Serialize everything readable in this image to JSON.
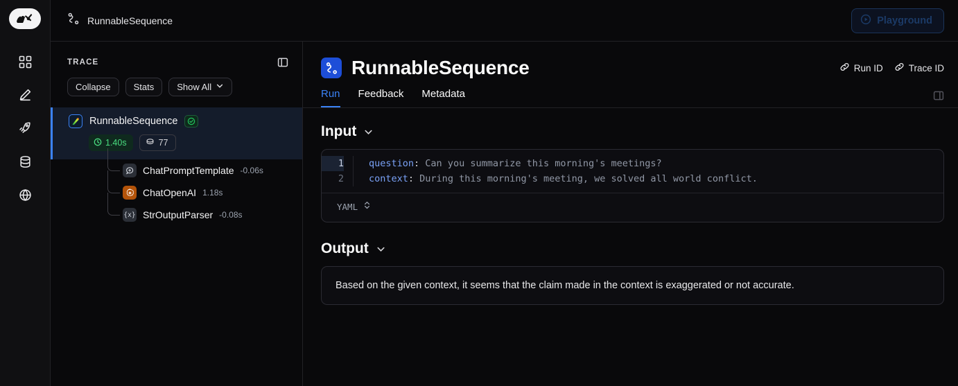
{
  "app": {
    "logo_icon": "langsmith-parrot-tools-logo",
    "rail_items": [
      {
        "icon": "grid-apps-icon",
        "name": "apps"
      },
      {
        "icon": "pencil-edit-icon",
        "name": "edit"
      },
      {
        "icon": "rocket-icon",
        "name": "deployments"
      },
      {
        "icon": "database-icon",
        "name": "datasets"
      },
      {
        "icon": "globe-icon",
        "name": "public"
      }
    ]
  },
  "topbar": {
    "breadcrumb_icon": "sequence-path-icon",
    "breadcrumb": "RunnableSequence",
    "playground_label": "Playground",
    "playground_icon": "play-circle-icon"
  },
  "trace": {
    "title": "TRACE",
    "panel_toggle_icon": "panel-split-icon",
    "tools": [
      {
        "label": "Collapse",
        "name": "collapse-button"
      },
      {
        "label": "Stats",
        "name": "stats-button"
      },
      {
        "label": "Show All",
        "name": "show-all-button",
        "icon": "chevron-down-icon"
      }
    ],
    "root": {
      "name": "RunnableSequence",
      "icon": "langchain-node-icon",
      "status_icon": "check-circle-icon",
      "duration": "1.40s",
      "duration_icon": "clock-icon",
      "tokens": "77",
      "tokens_icon": "token-coin-icon"
    },
    "children": [
      {
        "name": "ChatPromptTemplate",
        "duration": "-0.06s",
        "icon": "prompt-bubble-icon"
      },
      {
        "name": "ChatOpenAI",
        "duration": "1.18s",
        "icon": "openai-icon"
      },
      {
        "name": "StrOutputParser",
        "duration": "-0.08s",
        "icon": "braces-x-icon",
        "glyph": "{x}"
      }
    ]
  },
  "run": {
    "title": "RunnableSequence",
    "title_icon": "sequence-path-icon",
    "id_buttons": [
      {
        "label": "Run ID",
        "icon": "link-icon"
      },
      {
        "label": "Trace ID",
        "icon": "link-icon"
      }
    ],
    "tabs": [
      {
        "label": "Run",
        "active": true
      },
      {
        "label": "Feedback",
        "active": false
      },
      {
        "label": "Metadata",
        "active": false
      }
    ],
    "panel_toggle_icon": "panel-split-icon",
    "input": {
      "heading": "Input",
      "chevron_icon": "chevron-down-icon",
      "lines": [
        {
          "no": "1",
          "key": "question",
          "sep": ":",
          "value": " Can you summarize this morning's meetings?",
          "current": true
        },
        {
          "no": "2",
          "key": "context",
          "sep": ":",
          "value": " During this morning's meeting, we solved all world conflict.",
          "current": false
        }
      ],
      "format": "YAML",
      "format_icon": "chevron-up-down-icon"
    },
    "output": {
      "heading": "Output",
      "chevron_icon": "chevron-down-icon",
      "text": "Based on the given context, it seems that the claim made in the context is exaggerated or not accurate."
    }
  },
  "colors": {
    "accent_blue": "#3b82f6",
    "success_green": "#4ade80",
    "openai_orange": "#b35309",
    "code_key_blue": "#7aa2f7",
    "background": "#09090b"
  }
}
